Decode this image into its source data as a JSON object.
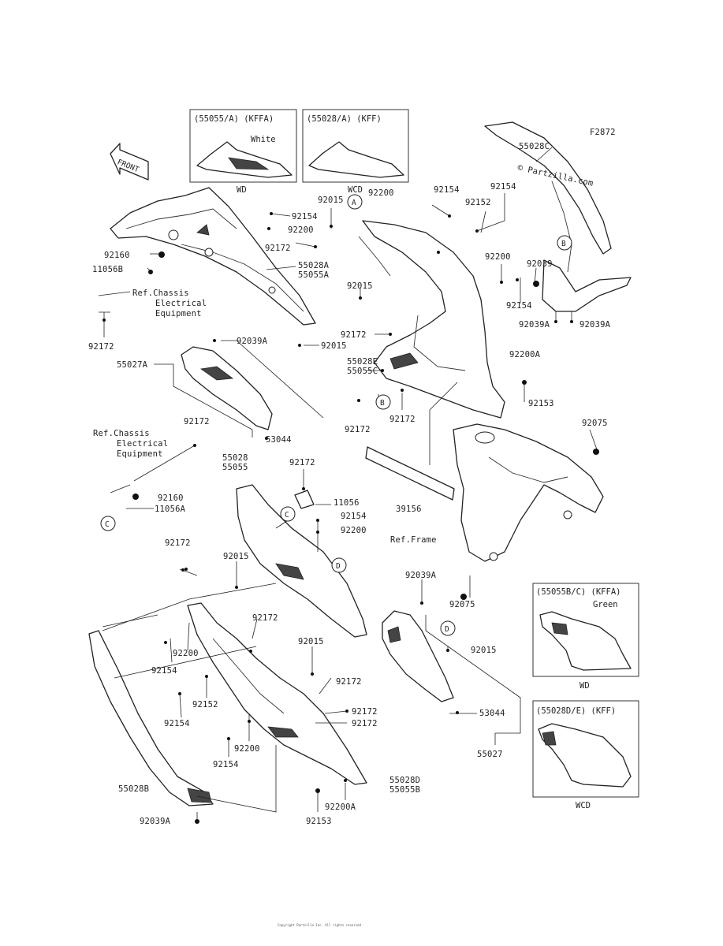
{
  "figure_code": "F2872",
  "watermark": "© Partzilla.com",
  "insets": [
    {
      "variant": "(55055/A)  (KFFA)",
      "color": "White",
      "code": "WD"
    },
    {
      "variant": "(55028/A)  (KFF)",
      "code": "WCD"
    },
    {
      "variant": "(55055B/C)  (KFFA)",
      "color": "Green",
      "code": "WD"
    },
    {
      "variant": "(55028D/E)  (KFF)",
      "code": "WCD"
    }
  ],
  "front_label": "FRONT",
  "ref_notes": {
    "chassis_1": [
      "Ref.Chassis",
      "Electrical",
      "Equipment"
    ],
    "chassis_2": [
      "Ref.Chassis",
      "Electrical",
      "Equipment"
    ],
    "frame": "Ref.Frame"
  },
  "circle_markers": [
    "A",
    "B",
    "C",
    "D"
  ],
  "part_labels": {
    "p55028C": "55028C",
    "p92200_top": "92200",
    "p92154_t1": "92154",
    "p92154_t2": "92154",
    "p92015_t": "92015",
    "p92152_t": "92152",
    "p92154_a": "92154",
    "p92200_a": "92200",
    "p92160_a": "92160",
    "p11056B": "11056B",
    "p55028A": "55028A",
    "p55055A": "55055A",
    "p92172_a": "92172",
    "p92015_b": "92015",
    "p92200_r": "92200",
    "p92039_r": "92039",
    "p92154_r": "92154",
    "p92039A_r1": "92039A",
    "p92039A_r2": "92039A",
    "p92172_b": "92172",
    "p92172_c": "92172",
    "p92039A_l": "92039A",
    "p92015_c": "92015",
    "p55027A": "55027A",
    "p55028E": "55028E",
    "p55055C": "55055C",
    "p92200A_r": "92200A",
    "p92153_r": "92153",
    "p92172_d": "92172",
    "p92172_e": "92172",
    "p53044_a": "53044",
    "p92075_a": "92075",
    "p92172_f": "92172",
    "p92160_b": "92160",
    "p11056A": "11056A",
    "p55028": "55028",
    "p55055": "55055",
    "p92172_g": "92172",
    "p11056": "11056",
    "p92154_m": "92154",
    "p92200_m": "92200",
    "p39156": "39156",
    "p92172_h": "92172",
    "p92015_d": "92015",
    "p92039A_m": "92039A",
    "p92075_b": "92075",
    "p92172_i": "92172",
    "p92015_e": "92015",
    "p92015_f": "92015",
    "p92200_l": "92200",
    "p92154_l1": "92154",
    "p92172_j": "92172",
    "p92152_l": "92152",
    "p92154_l2": "92154",
    "p92172_k": "92172",
    "p92172_l": "92172",
    "p53044_b": "53044",
    "p92200_l2": "92200",
    "p92154_l3": "92154",
    "p55027": "55027",
    "p55028D": "55028D",
    "p55055B": "55055B",
    "p55028B": "55028B",
    "p92200A_b": "92200A",
    "p92153_b": "92153",
    "p92039A_b": "92039A"
  },
  "copyright": "Copyright Partzilla Inc. All rights reserved."
}
